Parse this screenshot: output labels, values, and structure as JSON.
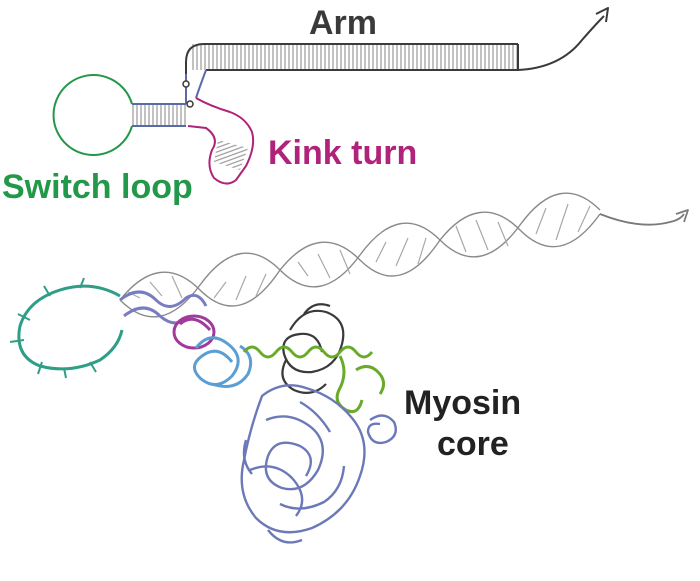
{
  "labels": {
    "arm": "Arm",
    "kink_turn": "Kink turn",
    "switch_loop": "Switch loop",
    "myosin_line1": "Myosin",
    "myosin_line2": "core"
  },
  "colors": {
    "arm": "#3a3a3a",
    "kink_turn": "#b0237a",
    "switch_loop": "#23974a",
    "myosin_core": "#6c79b8",
    "stem": "#5a6aa8",
    "rna_loop": "#2e9e86",
    "lever_green": "#6aaa2a",
    "light_blue": "#5b9ed4",
    "duplex": "#9a9a9a"
  }
}
